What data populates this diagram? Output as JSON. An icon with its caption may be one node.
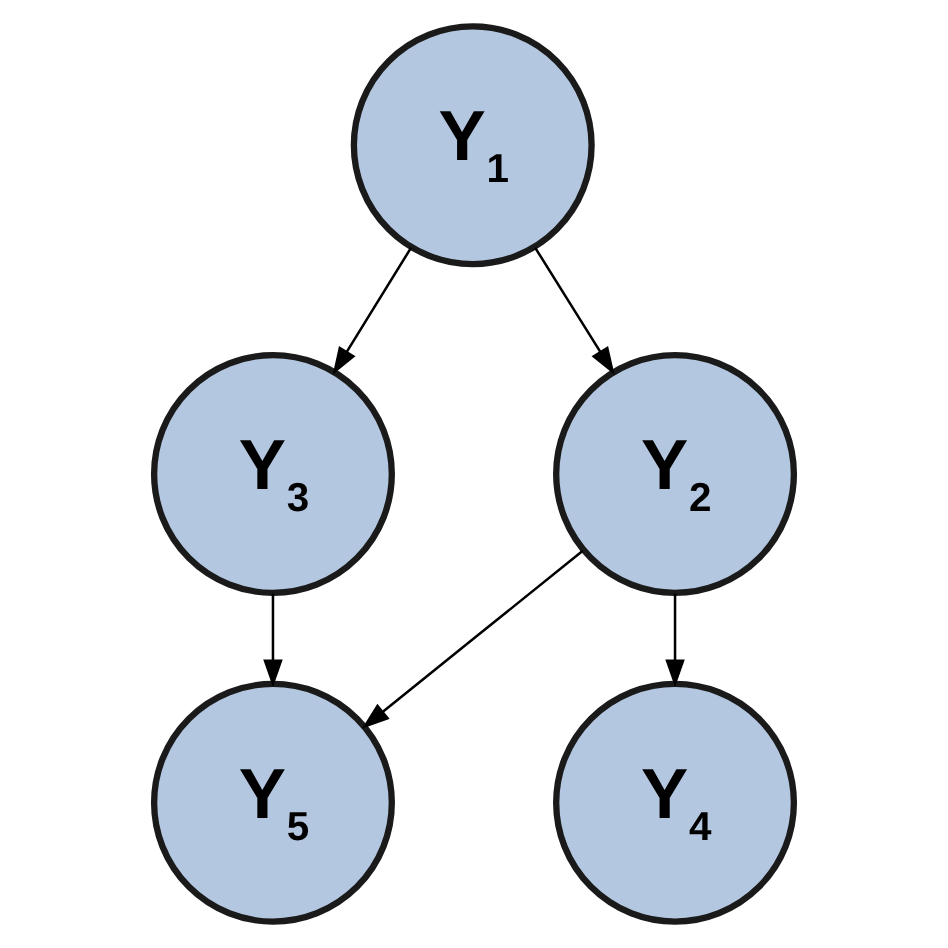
{
  "diagram": {
    "nodes": [
      {
        "text": [
          "Y$_{1}$"
        ]
      },
      {
        "text": [
          "Y$_{3}$"
        ]
      },
      {
        "text": [
          "Y$_{2}$"
        ]
      },
      {
        "text": [
          "Y$_{5}$"
        ]
      },
      {
        "text": [
          "Y$_{4}$"
        ]
      }
    ],
    "edges": [
      {
        "from": 0,
        "to": 1,
        "arrow": "to"
      },
      {
        "from": 0,
        "to": 2,
        "arrow": "to"
      },
      {
        "from": 1,
        "to": 3,
        "arrow": "to"
      },
      {
        "from": 2,
        "to": 3,
        "arrow": "to"
      },
      {
        "from": 2,
        "to": 4,
        "arrow": "to"
      }
    ]
  }
}
